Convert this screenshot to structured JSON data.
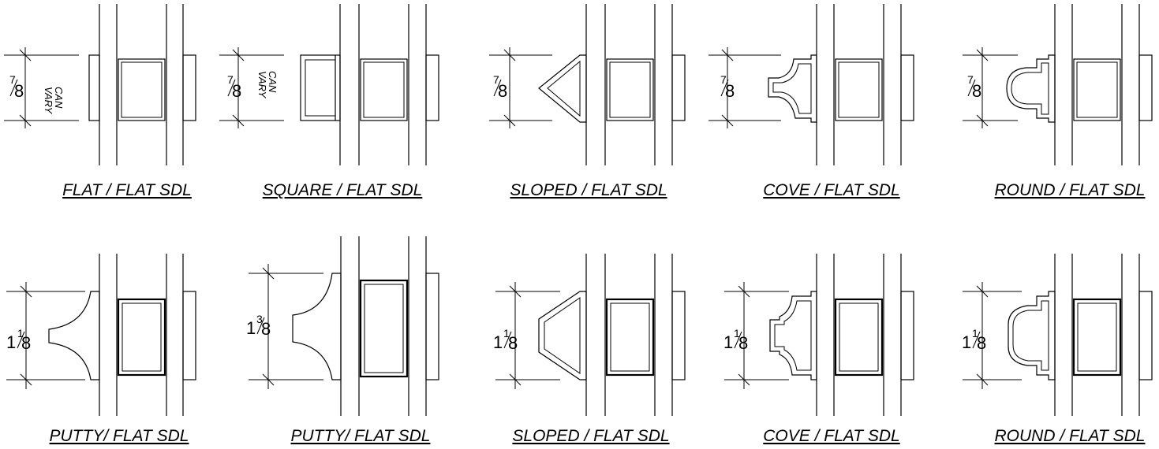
{
  "details": [
    {
      "caption": "FLAT / FLAT SDL",
      "dim_whole": "",
      "dim_num": "7",
      "dim_den": "8",
      "note": [
        "CAN",
        "VARY"
      ],
      "profile": "flat-icon"
    },
    {
      "caption": "SQUARE / FLAT SDL",
      "dim_whole": "",
      "dim_num": "7",
      "dim_den": "8",
      "note": [
        "CAN",
        "VARY"
      ],
      "profile": "square-icon"
    },
    {
      "caption": "SLOPED / FLAT SDL",
      "dim_whole": "",
      "dim_num": "7",
      "dim_den": "8",
      "note": [
        "",
        ""
      ],
      "profile": "sloped-icon"
    },
    {
      "caption": "COVE / FLAT SDL",
      "dim_whole": "",
      "dim_num": "7",
      "dim_den": "8",
      "note": [
        "",
        ""
      ],
      "profile": "cove-icon"
    },
    {
      "caption": "ROUND / FLAT SDL",
      "dim_whole": "",
      "dim_num": "7",
      "dim_den": "8",
      "note": [
        "",
        ""
      ],
      "profile": "round-icon"
    },
    {
      "caption": "PUTTY/ FLAT SDL",
      "dim_whole": "1",
      "dim_num": "1",
      "dim_den": "8",
      "note": [
        "",
        ""
      ],
      "profile": "putty-icon"
    },
    {
      "caption": "PUTTY/ FLAT SDL",
      "dim_whole": "1",
      "dim_num": "3",
      "dim_den": "8",
      "note": [
        "",
        ""
      ],
      "profile": "putty-icon"
    },
    {
      "caption": "SLOPED / FLAT SDL",
      "dim_whole": "1",
      "dim_num": "1",
      "dim_den": "8",
      "note": [
        "",
        ""
      ],
      "profile": "sloped-icon"
    },
    {
      "caption": "COVE / FLAT SDL",
      "dim_whole": "1",
      "dim_num": "1",
      "dim_den": "8",
      "note": [
        "",
        ""
      ],
      "profile": "cove-icon"
    },
    {
      "caption": "ROUND / FLAT SDL",
      "dim_whole": "1",
      "dim_num": "1",
      "dim_den": "8",
      "note": [
        "",
        ""
      ],
      "profile": "round-icon"
    }
  ]
}
